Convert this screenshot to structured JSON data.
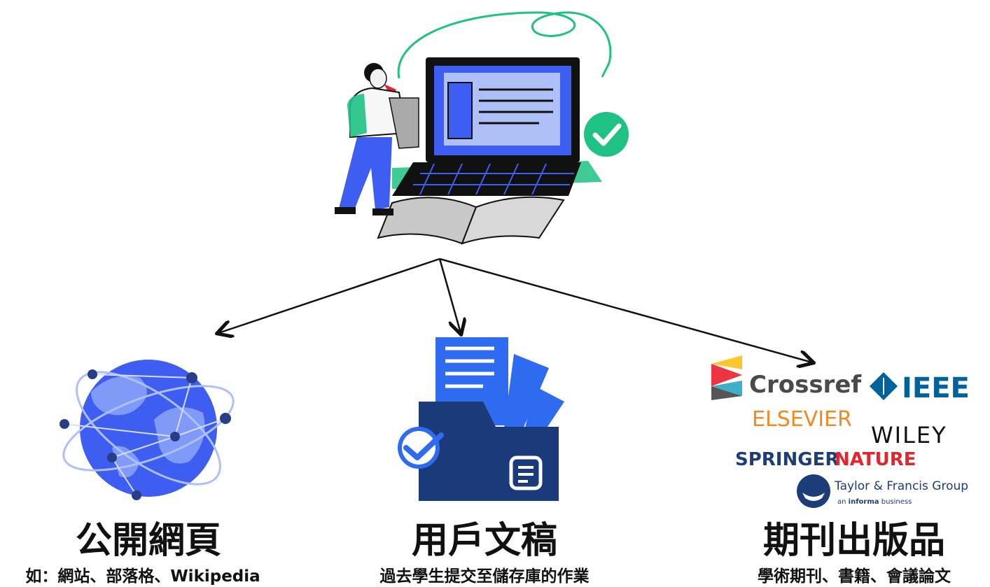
{
  "columns": [
    {
      "title": "公開網頁",
      "subtitle": "如：網站、部落格、Wikipedia"
    },
    {
      "title": "用戶文稿",
      "subtitle": "過去學生提交至儲存庫的作業"
    },
    {
      "title": "期刊出版品",
      "subtitle": "學術期刊、書籍、會議論文"
    }
  ],
  "logos": {
    "crossref": "Crossref",
    "ieee": "IEEE",
    "elsevier": "ELSEVIER",
    "wiley": "WILEY",
    "springer": "SPRINGER",
    "nature": "NATURE",
    "tandf": "Taylor & Francis Group",
    "tandf_sub_prefix": "an",
    "tandf_sub_brand": "informa",
    "tandf_sub_suffix": "business"
  },
  "icons": [
    "laptop-illustration",
    "globe-icon",
    "folder-icon",
    "check-icon"
  ],
  "colors": {
    "blue": "#3d5ef0",
    "navy": "#1b3a7a",
    "green": "#1fc184",
    "elsevier": "#f08a24",
    "springer": "#1c3c7a",
    "nature": "#e3262e",
    "crossref_red": "#ef3340",
    "crossref_yellow": "#ffc72c",
    "crossref_teal": "#3eb1c8",
    "ieee": "#00629b"
  }
}
